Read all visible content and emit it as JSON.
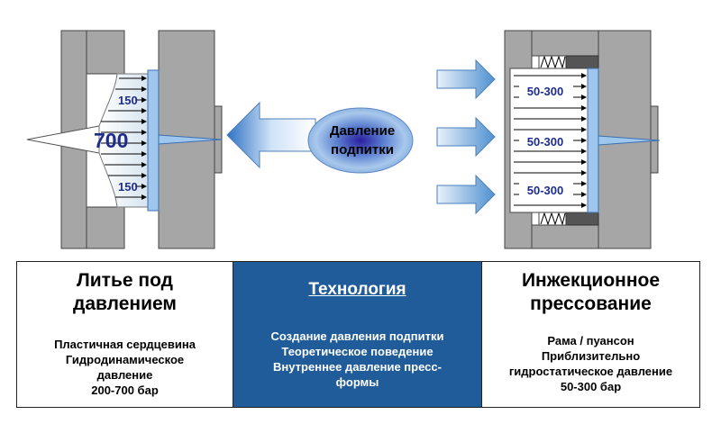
{
  "diagram": {
    "left_mold": {
      "center_pressure": "700",
      "upper_pressure": "150",
      "lower_pressure": "150"
    },
    "center_bubble": {
      "line1": "Давление",
      "line2": "подпитки"
    },
    "right_mold": {
      "pressures": [
        "50-300",
        "50-300",
        "50-300"
      ]
    }
  },
  "table": {
    "left": {
      "title_lines": [
        "Литье под",
        "давлением"
      ],
      "lines": [
        "Пластичная сердцевина",
        "Гидродинамическое",
        "давление",
        "200-700 бар"
      ]
    },
    "middle": {
      "title": "Технология",
      "lines": [
        "Создание давления подпитки",
        "Теоретическое поведение",
        "Внутреннее давление пресс-",
        "формы"
      ]
    },
    "right": {
      "title_lines": [
        "Инжекционное",
        "прессование"
      ],
      "lines": [
        "Рама / пуансон",
        "Приблизительно",
        "гидростатическое давление",
        "50-300 бар"
      ]
    }
  },
  "colors": {
    "mold_gray": "#a6a6a6",
    "arrow_blue": "#4f90cf",
    "table_header_blue": "#1f5c99",
    "bubble_blue": "#3a3aa8",
    "number_blue": "#1e2d8c"
  }
}
